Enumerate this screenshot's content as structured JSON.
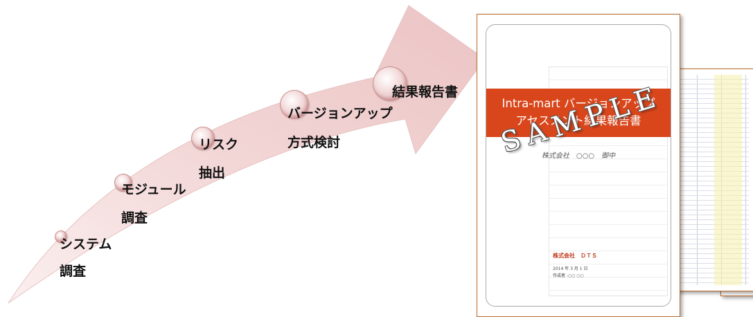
{
  "steps": [
    {
      "line1": "システム",
      "line2": "調査"
    },
    {
      "line1": "モジュール",
      "line2": "調査"
    },
    {
      "line1": "リスク",
      "line2": "抽出"
    },
    {
      "line1": "バージョンアップ",
      "line2": "方式検討"
    },
    {
      "line1": "結果報告書",
      "line2": ""
    }
  ],
  "report": {
    "title_line1": "Intra-mart バージョンアップ",
    "title_line2": "アセスメント結果報告書",
    "client": "株式会社　○○○　御中",
    "watermark": "SAMPLE",
    "company": "株式会社　ＤＴＳ",
    "date": "2014 年 3 月 1 日",
    "author": "作成者 :○○ ○○"
  },
  "colors": {
    "arrow": "#f1d6d6",
    "title_band": "#d9461b",
    "doc_border": "#b86a2a"
  }
}
